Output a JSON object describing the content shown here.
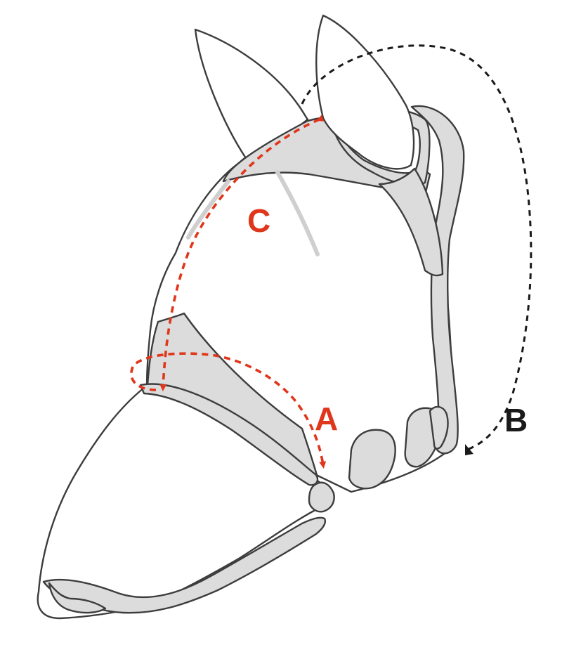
{
  "labels": {
    "a": "A",
    "b": "B",
    "c": "C"
  },
  "colors": {
    "measure_red": "#e0361b",
    "measure_black": "#1a1a1a",
    "mesh_grey": "#dcdcdc",
    "outline": "#3d3d3d"
  },
  "icons": {
    "diagram": "horse-fly-mask-with-nose-cover"
  }
}
